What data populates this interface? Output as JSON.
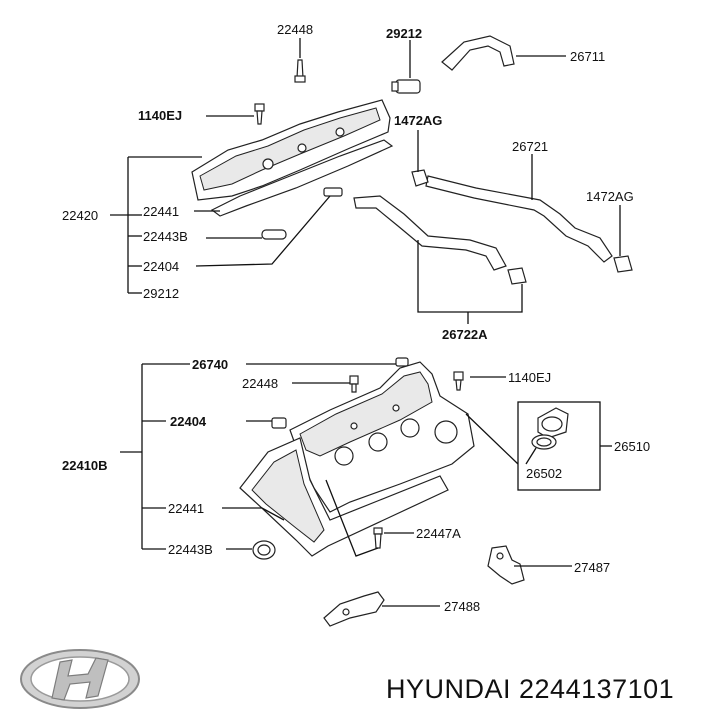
{
  "labels": {
    "p22448_top": "22448",
    "p29212_top": "29212",
    "p26711": "26711",
    "p1140EJ_top": "1140EJ",
    "p1472AG_a": "1472AG",
    "p26721": "26721",
    "p1472AG_b": "1472AG",
    "p22420": "22420",
    "p22441_top": "22441",
    "p22443B_top": "22443B",
    "p22404_top": "22404",
    "p29212_bottom": "29212",
    "p26722A": "26722A",
    "p26740": "26740",
    "p22448_mid": "22448",
    "p1140EJ_mid": "1140EJ",
    "p22404_mid": "22404",
    "p22410B": "22410B",
    "p26510": "26510",
    "p26502": "26502",
    "p22441_bottom": "22441",
    "p22447A": "22447A",
    "p22443B_bottom": "22443B",
    "p27487": "27487",
    "p27488": "27488"
  },
  "footer": {
    "brand_part": "HYUNDAI 2244137101"
  }
}
